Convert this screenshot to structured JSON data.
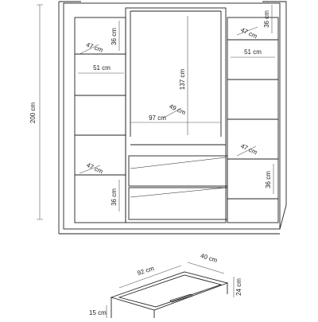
{
  "colors": {
    "line": "#222222",
    "dim": "#555555",
    "background": "#ffffff"
  },
  "dimensions": {
    "overall_height": "200 cm",
    "shelf_height_top_left": "36 cm",
    "shelf_depth_top_left": "47 cm",
    "shelf_width_left": "51 cm",
    "hanging_height": "137 cm",
    "rail_depth": "49 cm",
    "center_width": "97 cm",
    "shelf_depth_bottom_left": "47 cm",
    "shelf_height_bottom_left": "36 cm",
    "shelf_height_top_right": "36 cm",
    "shelf_depth_top_right": "47 cm",
    "shelf_width_right": "51 cm",
    "shelf_depth_bottom_right": "47 cm",
    "shelf_height_bottom_right": "36 cm"
  },
  "drawer": {
    "width": "92 cm",
    "depth": "40 cm",
    "height": "24 cm",
    "front_height": "15 cm"
  }
}
